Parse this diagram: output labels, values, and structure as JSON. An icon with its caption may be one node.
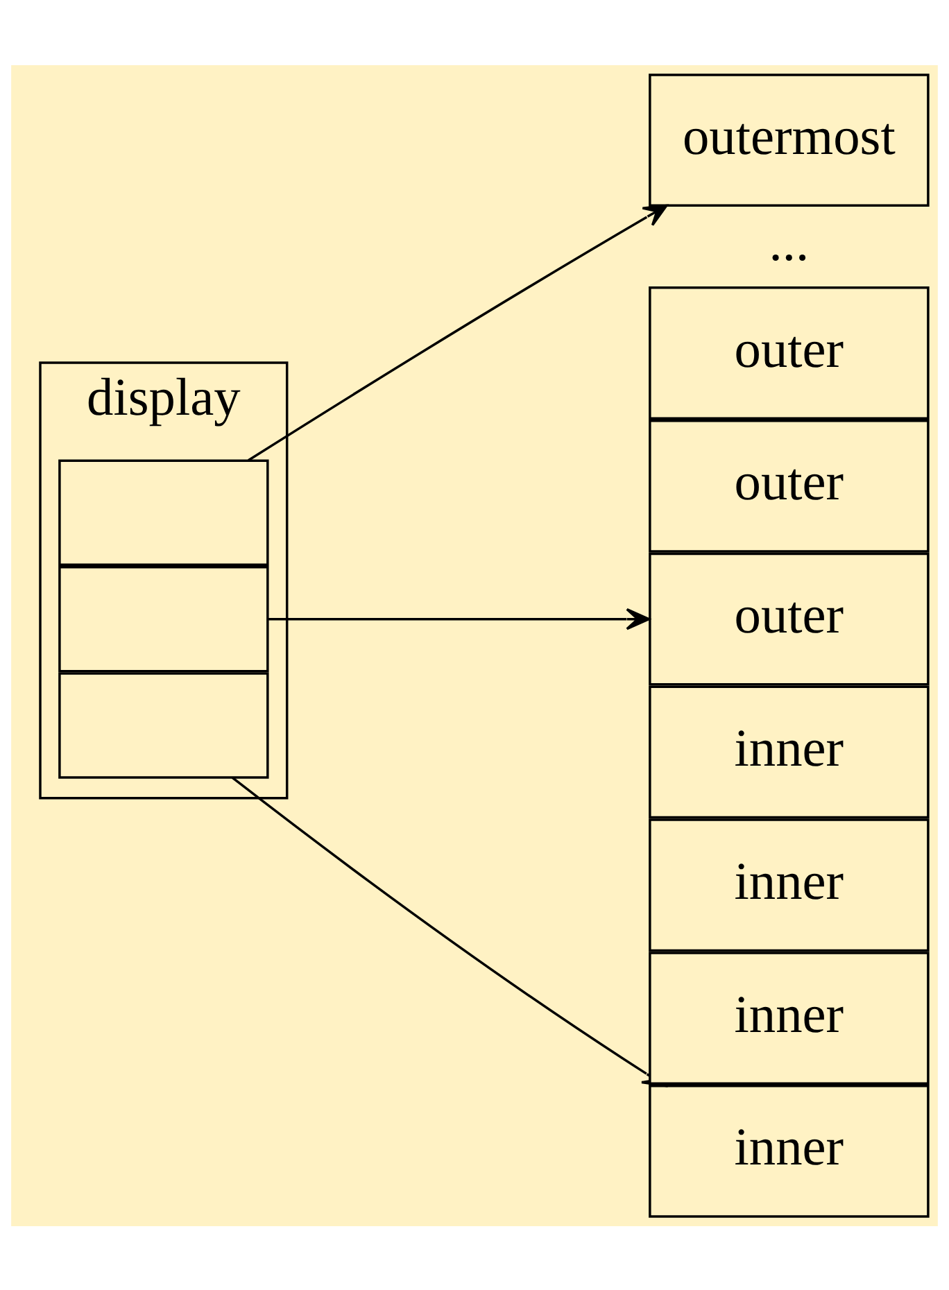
{
  "diagram": {
    "nodes": [
      {
        "text": [
          "display"
        ]
      },
      {
        "text": [],
        "shape": "box",
        "in": 0
      },
      {
        "text": [],
        "shape": "box",
        "in": 0
      },
      {
        "text": [],
        "shape": "box",
        "in": 0
      },
      {
        "text": [
          "outermost"
        ]
      },
      {
        "text": [
          "outer"
        ]
      },
      {
        "text": [
          "outer"
        ]
      },
      {
        "text": [
          "outer"
        ]
      },
      {
        "text": [
          "inner"
        ]
      },
      {
        "text": [
          "inner"
        ]
      },
      {
        "text": [
          "inner"
        ]
      },
      {
        "text": [
          "inner"
        ]
      }
    ],
    "edges": [
      {
        "from": 1,
        "to": 4,
        "arrow": "to"
      },
      {
        "from": 2,
        "to": 7,
        "arrow": "to"
      },
      {
        "from": 3,
        "to": 11,
        "arrow": "to"
      }
    ],
    "labels": [
      "..."
    ]
  }
}
